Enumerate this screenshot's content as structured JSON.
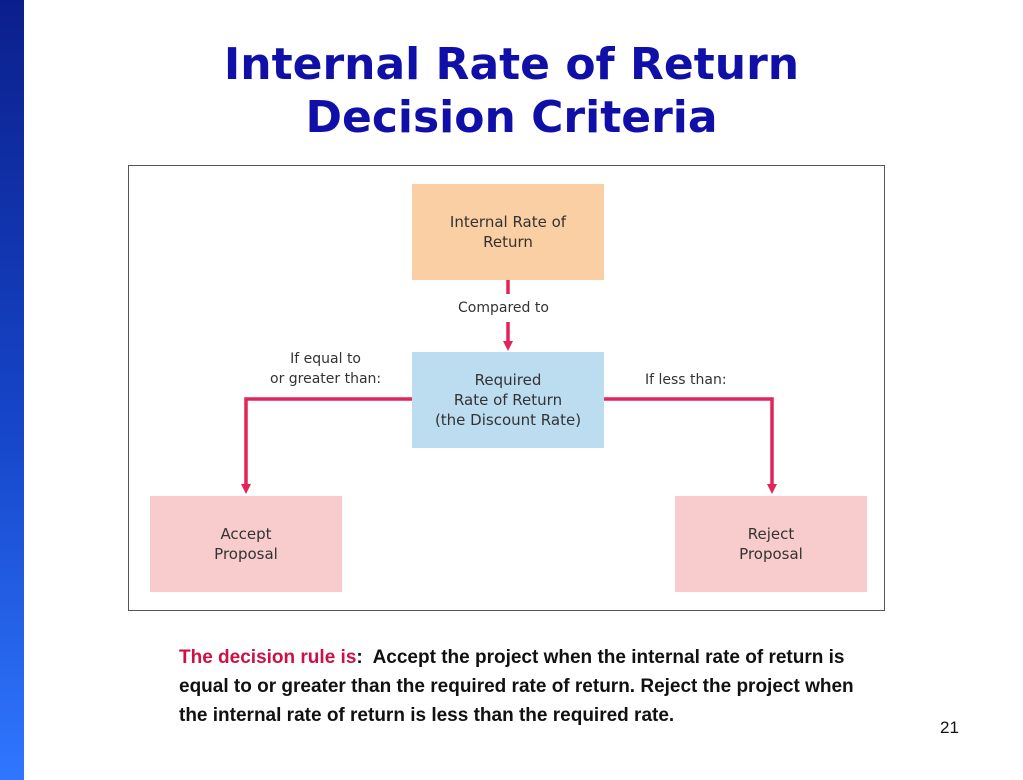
{
  "title": {
    "line1": "Internal Rate of Return",
    "line2": "Decision Criteria"
  },
  "diagram": {
    "nodes": {
      "irr": {
        "line1": "Internal Rate of",
        "line2": "Return"
      },
      "required_rate": {
        "line1": "Required",
        "line2": "Rate of Return",
        "line3": "(the Discount Rate)"
      },
      "accept": {
        "line1": "Accept",
        "line2": "Proposal"
      },
      "reject": {
        "line1": "Reject",
        "line2": "Proposal"
      }
    },
    "edges": {
      "compared_to": "Compared to",
      "equal_or_greater_line1": "If equal to",
      "equal_or_greater_line2": "or greater than:",
      "less_than": "If less than:"
    }
  },
  "caption": {
    "lead": "The decision rule is",
    "colon": ":",
    "body": "  Accept the project when the internal rate of return is equal to or greater than the required rate of return. Reject the project when the internal rate of return is less than the required rate."
  },
  "page_number": "21",
  "colors": {
    "title": "#1010a8",
    "arrow": "#e3245a",
    "irr_box": "#f9cfa3",
    "required_box": "#bcdcf0",
    "outcome_box": "#f8cccc",
    "caption_lead": "#cc1144"
  }
}
